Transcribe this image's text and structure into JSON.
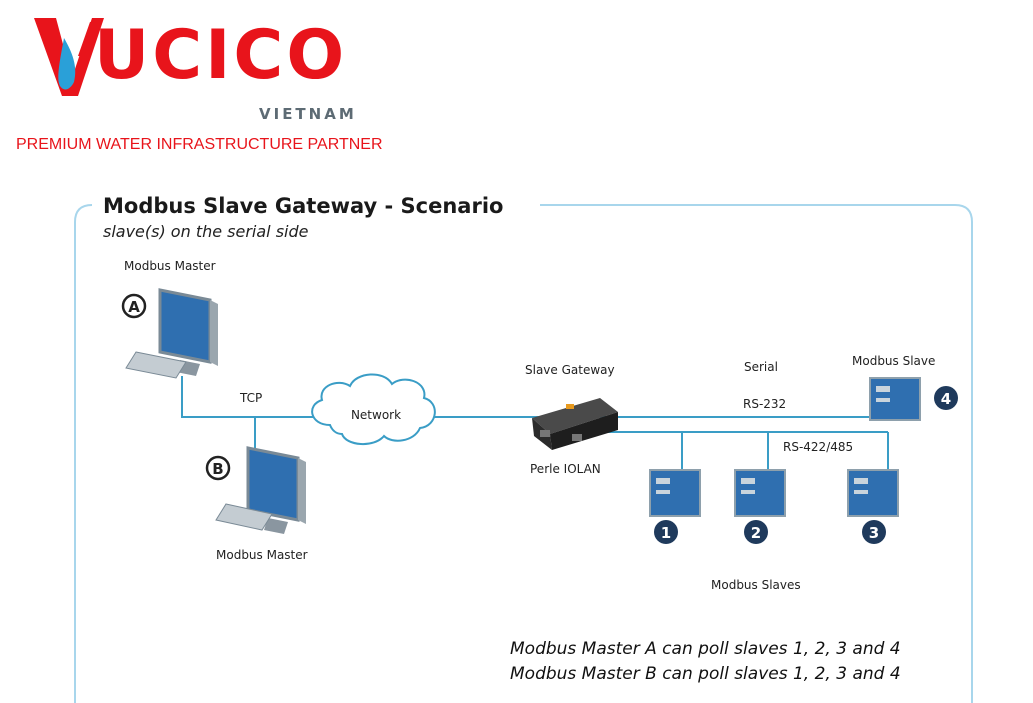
{
  "logo": {
    "word": "UCICO",
    "sub": "VIETNAM",
    "tagline": "PREMIUM WATER INFRASTRUCTURE PARTNER",
    "brand_color": "#e8141b",
    "accent_color": "#2aa0d8"
  },
  "diagram": {
    "title": "Modbus Slave Gateway - Scenario",
    "subtitle": "slave(s) on the serial side",
    "master_a": {
      "badge": "A",
      "label": "Modbus Master"
    },
    "master_b": {
      "badge": "B",
      "label": "Modbus Master"
    },
    "tcp_label": "TCP",
    "network_label": "Network",
    "gateway_top_label": "Slave Gateway",
    "gateway_bottom_label": "Perle IOLAN",
    "serial_label": "Serial",
    "rs232_label": "RS-232",
    "rs485_label": "RS-422/485",
    "slave_4_label": "Modbus Slave",
    "slaves_label": "Modbus Slaves",
    "slave_numbers": [
      "1",
      "2",
      "3",
      "4"
    ],
    "notes": [
      "Modbus Master A can poll slaves 1, 2, 3 and 4",
      "Modbus Master B can poll slaves 1, 2, 3 and 4"
    ],
    "frame_color": "#a8d6ec",
    "line_color": "#3a9dc6"
  }
}
